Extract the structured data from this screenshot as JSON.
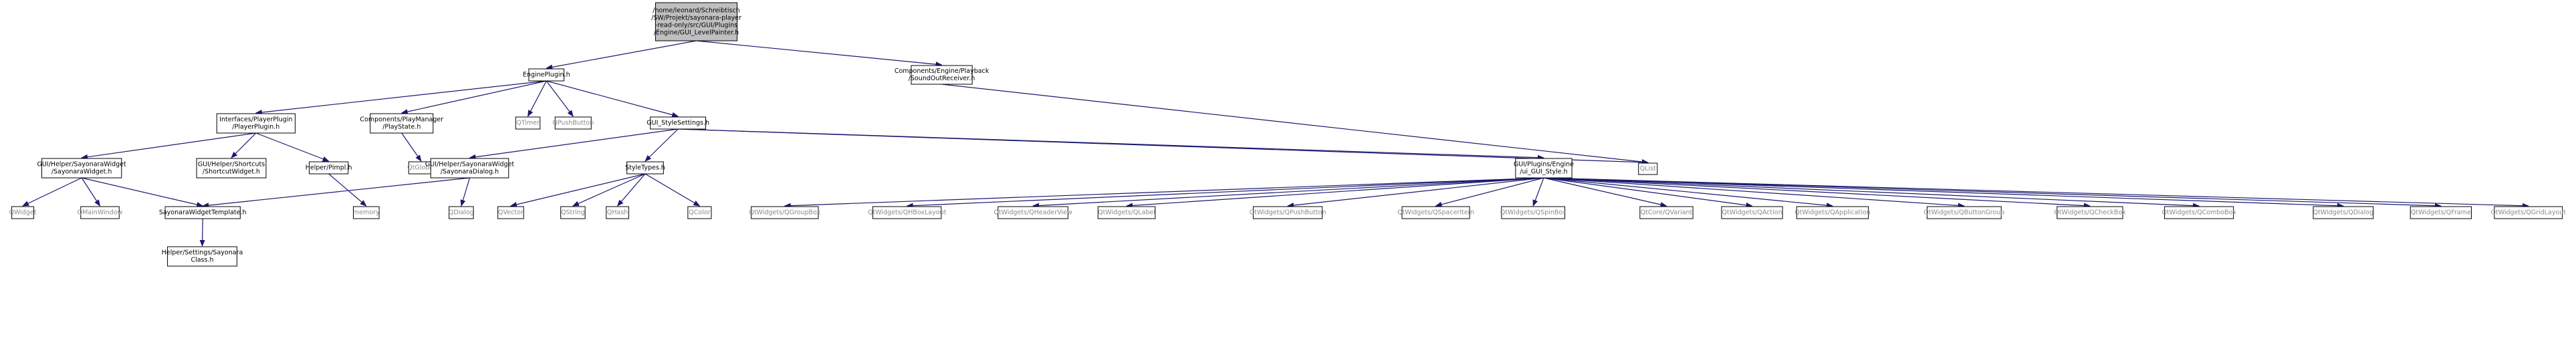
{
  "colors": {
    "root_fill": "#bfbfbf",
    "node_fill": "#ffffff",
    "border": "#000000",
    "text": "#000000",
    "system_text": "#8a8a8a",
    "edge": "#191970"
  },
  "nodes": {
    "root": {
      "lines": [
        "/home/leonard/Schreibtisch",
        "/SW/Projekt/sayonara-player",
        "-read-only/src/GUI/Plugins",
        "/Engine/GUI_LevelPainter.h"
      ]
    },
    "engine_plugin": {
      "lines": [
        "EnginePlugin.h"
      ]
    },
    "sound_out_receiver": {
      "lines": [
        "Components/Engine/Playback",
        "/SoundOutReceiver.h"
      ]
    },
    "player_plugin": {
      "lines": [
        "Interfaces/PlayerPlugin",
        "/PlayerPlugin.h"
      ]
    },
    "play_state": {
      "lines": [
        "Components/PlayManager",
        "/PlayState.h"
      ]
    },
    "qtimer": {
      "lines": [
        "QTimer"
      ]
    },
    "qpushbutton": {
      "lines": [
        "QPushButton"
      ]
    },
    "gui_stylesettings": {
      "lines": [
        "GUI_StyleSettings.h"
      ]
    },
    "qlist": {
      "lines": [
        "QList"
      ]
    },
    "sayonara_widget": {
      "lines": [
        "GUI/Helper/SayonaraWidget",
        "/SayonaraWidget.h"
      ]
    },
    "shortcut_widget": {
      "lines": [
        "GUI/Helper/Shortcuts",
        "/ShortcutWidget.h"
      ]
    },
    "helper_pimpl": {
      "lines": [
        "Helper/Pimpl.h"
      ]
    },
    "qglobal": {
      "lines": [
        "QtGlobal"
      ]
    },
    "sayonara_dialog": {
      "lines": [
        "GUI/Helper/SayonaraWidget",
        "/SayonaraDialog.h"
      ]
    },
    "style_types": {
      "lines": [
        "StyleTypes.h"
      ]
    },
    "gui_style": {
      "lines": [
        "GUI/Plugins/Engine",
        "/ui_GUI_Style.h"
      ]
    },
    "qwidget": {
      "lines": [
        "QWidget"
      ]
    },
    "qmainwindow": {
      "lines": [
        "QMainWindow"
      ]
    },
    "widget_template": {
      "lines": [
        "SayonaraWidgetTemplate.h"
      ]
    },
    "memory": {
      "lines": [
        "memory"
      ]
    },
    "qdialog": {
      "lines": [
        "QDialog"
      ]
    },
    "qvector": {
      "lines": [
        "QVector"
      ]
    },
    "qstring": {
      "lines": [
        "QString"
      ]
    },
    "qhash": {
      "lines": [
        "QHash"
      ]
    },
    "qcolor": {
      "lines": [
        "QColor"
      ]
    },
    "sayonara_class": {
      "lines": [
        "Helper/Settings/Sayonara",
        "Class.h"
      ]
    },
    "qw_qgroupbox": {
      "lines": [
        "QtWidgets/QGroupBox"
      ]
    },
    "qw_qhboxlayout": {
      "lines": [
        "QtWidgets/QHBoxLayout"
      ]
    },
    "qw_qheaderview": {
      "lines": [
        "QtWidgets/QHeaderView"
      ]
    },
    "qw_qlabel": {
      "lines": [
        "QtWidgets/QLabel"
      ]
    },
    "qw_qpushbutton": {
      "lines": [
        "QtWidgets/QPushButton"
      ]
    },
    "qw_qspaceritem": {
      "lines": [
        "QtWidgets/QSpacerItem"
      ]
    },
    "qw_qspinbox": {
      "lines": [
        "QtWidgets/QSpinBox"
      ]
    },
    "qc_qvariant": {
      "lines": [
        "QtCore/QVariant"
      ]
    },
    "qw_qaction": {
      "lines": [
        "QtWidgets/QAction"
      ]
    },
    "qw_qapplication": {
      "lines": [
        "QtWidgets/QApplication"
      ]
    },
    "qw_qbuttongroup": {
      "lines": [
        "QtWidgets/QButtonGroup"
      ]
    },
    "qw_qcheckbox": {
      "lines": [
        "QtWidgets/QCheckBox"
      ]
    },
    "qw_qcombobox": {
      "lines": [
        "QtWidgets/QComboBox"
      ]
    },
    "qw_qdialog": {
      "lines": [
        "QtWidgets/QDialog"
      ]
    },
    "qw_qframe": {
      "lines": [
        "QtWidgets/QFrame"
      ]
    },
    "qw_qgridlayout": {
      "lines": [
        "QtWidgets/QGridLayout"
      ]
    }
  },
  "edges": [
    [
      "root",
      "engine_plugin"
    ],
    [
      "root",
      "sound_out_receiver"
    ],
    [
      "engine_plugin",
      "player_plugin"
    ],
    [
      "engine_plugin",
      "play_state"
    ],
    [
      "engine_plugin",
      "qtimer"
    ],
    [
      "engine_plugin",
      "qpushbutton"
    ],
    [
      "engine_plugin",
      "gui_stylesettings"
    ],
    [
      "sound_out_receiver",
      "qlist"
    ],
    [
      "player_plugin",
      "sayonara_widget"
    ],
    [
      "player_plugin",
      "shortcut_widget"
    ],
    [
      "player_plugin",
      "helper_pimpl"
    ],
    [
      "play_state",
      "qglobal"
    ],
    [
      "gui_stylesettings",
      "sayonara_dialog"
    ],
    [
      "gui_stylesettings",
      "style_types"
    ],
    [
      "gui_stylesettings",
      "gui_style"
    ],
    [
      "gui_stylesettings",
      "qlist"
    ],
    [
      "sayonara_widget",
      "qwidget"
    ],
    [
      "sayonara_widget",
      "qmainwindow"
    ],
    [
      "sayonara_widget",
      "widget_template"
    ],
    [
      "helper_pimpl",
      "memory"
    ],
    [
      "sayonara_dialog",
      "widget_template"
    ],
    [
      "sayonara_dialog",
      "qdialog"
    ],
    [
      "style_types",
      "qvector"
    ],
    [
      "style_types",
      "qstring"
    ],
    [
      "style_types",
      "qhash"
    ],
    [
      "style_types",
      "qcolor"
    ],
    [
      "widget_template",
      "sayonara_class"
    ],
    [
      "gui_style",
      "qw_qgroupbox"
    ],
    [
      "gui_style",
      "qw_qhboxlayout"
    ],
    [
      "gui_style",
      "qw_qheaderview"
    ],
    [
      "gui_style",
      "qw_qlabel"
    ],
    [
      "gui_style",
      "qw_qpushbutton"
    ],
    [
      "gui_style",
      "qw_qspaceritem"
    ],
    [
      "gui_style",
      "qw_qspinbox"
    ],
    [
      "gui_style",
      "qc_qvariant"
    ],
    [
      "gui_style",
      "qw_qaction"
    ],
    [
      "gui_style",
      "qw_qapplication"
    ],
    [
      "gui_style",
      "qw_qbuttongroup"
    ],
    [
      "gui_style",
      "qw_qcheckbox"
    ],
    [
      "gui_style",
      "qw_qcombobox"
    ],
    [
      "gui_style",
      "qw_qdialog"
    ],
    [
      "gui_style",
      "qw_qframe"
    ],
    [
      "gui_style",
      "qw_qgridlayout"
    ]
  ]
}
